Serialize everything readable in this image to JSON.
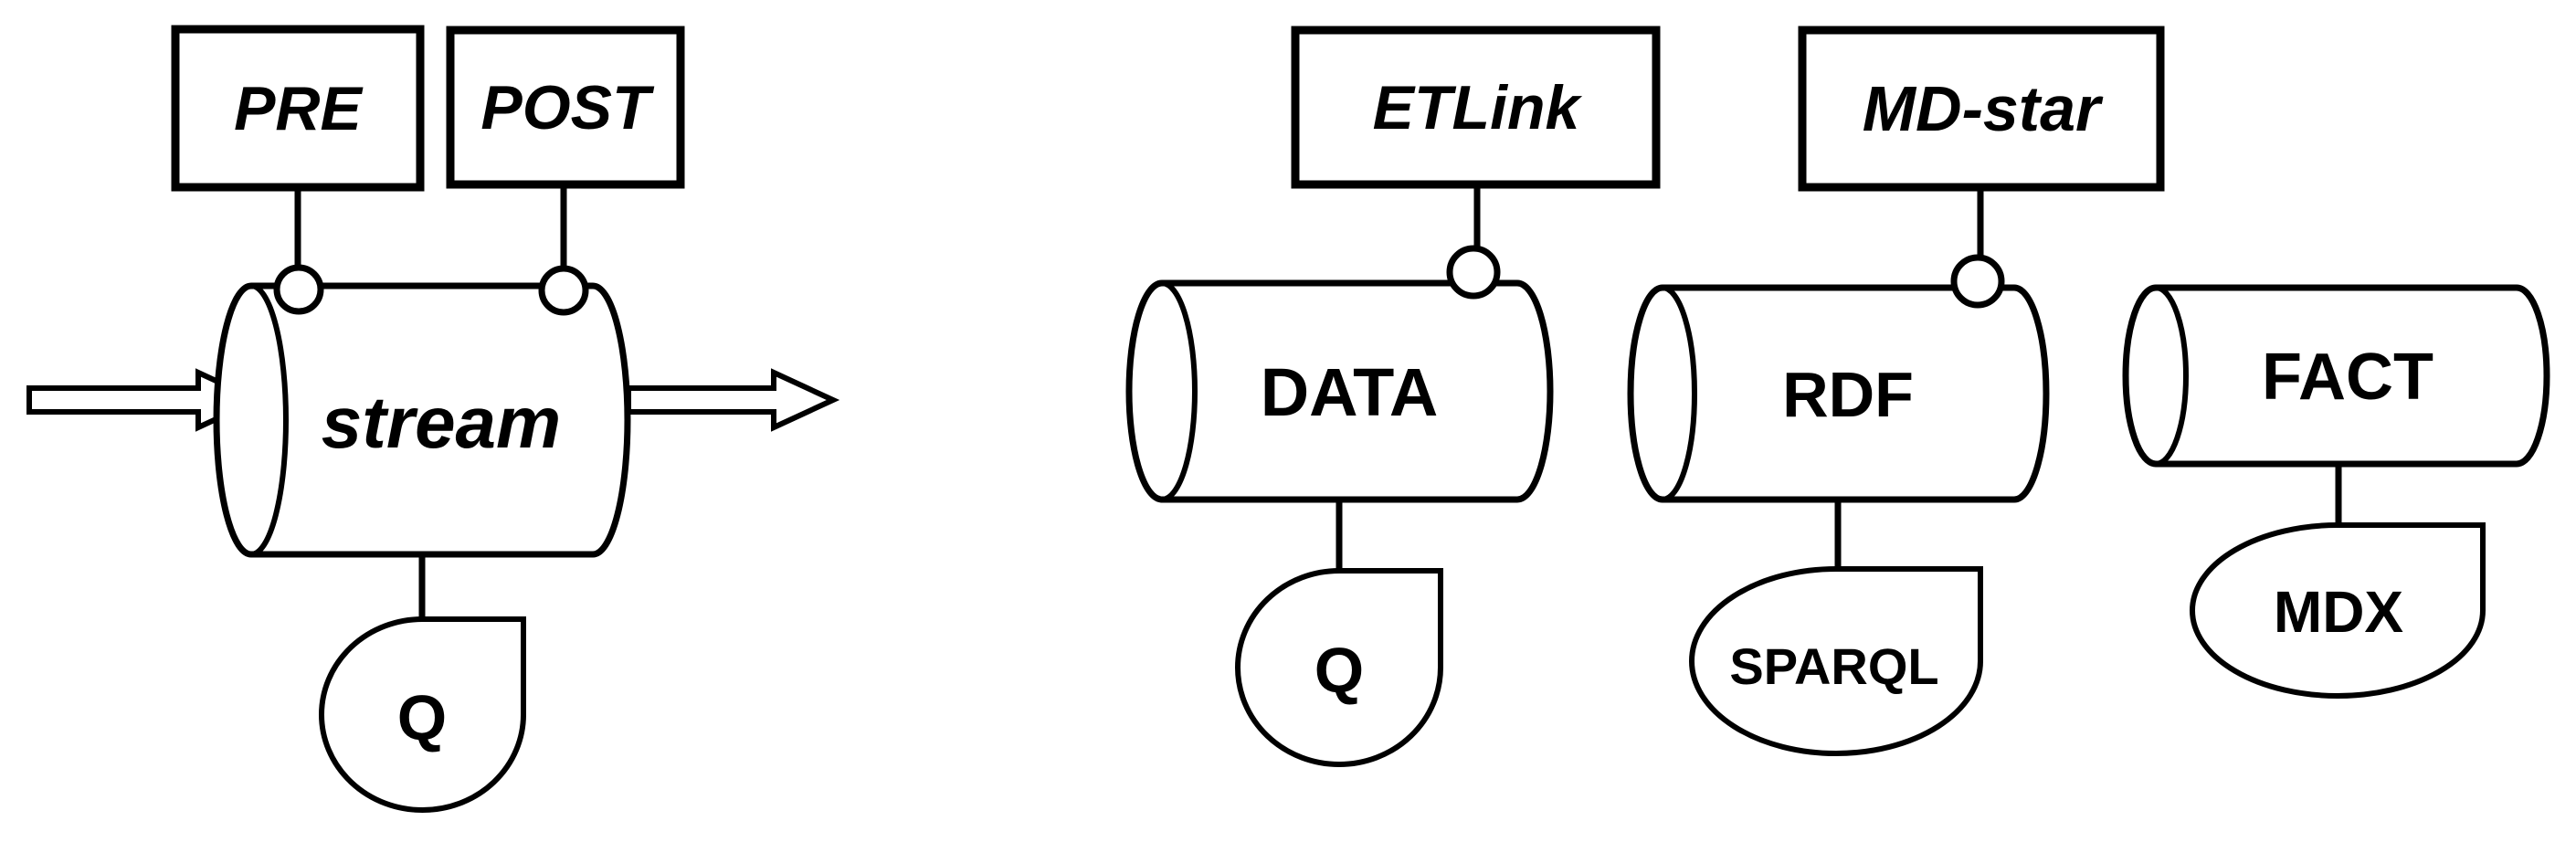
{
  "diagram": {
    "background_color": "#ffffff",
    "line_color": "#000000",
    "stream_group": {
      "pre_box_label": "PRE",
      "post_box_label": "POST",
      "cylinder_label": "stream",
      "query_label": "Q"
    },
    "warehouse_group": {
      "etlink_box_label": "ETLink",
      "mdstar_box_label": "MD-star",
      "data_cylinder_label": "DATA",
      "data_query_label": "Q",
      "rdf_cylinder_label": "RDF",
      "rdf_query_label": "SPARQL",
      "fact_cylinder_label": "FACT",
      "fact_query_label": "MDX"
    }
  }
}
